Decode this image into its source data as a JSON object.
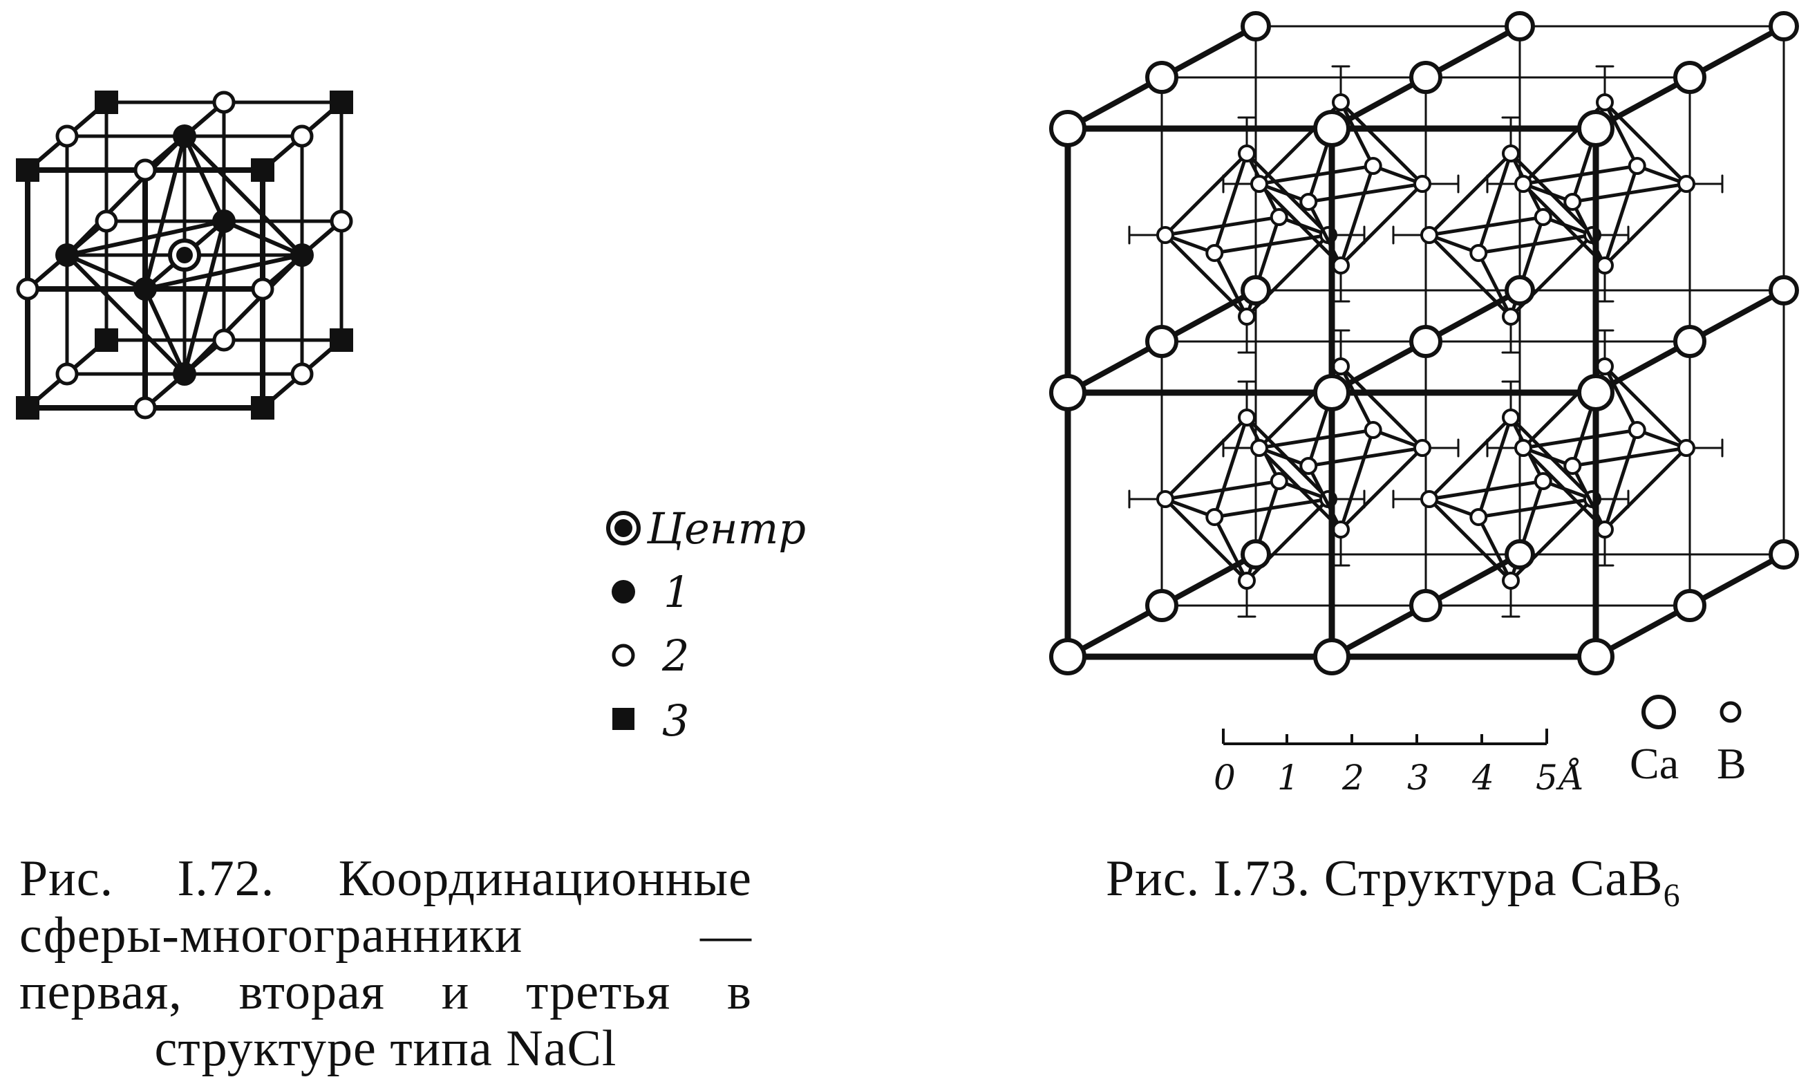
{
  "figure_72": {
    "legend": [
      {
        "symbol": "center",
        "label": "Центр"
      },
      {
        "symbol": "filled-circle",
        "label": "1"
      },
      {
        "symbol": "open-circle",
        "label": "2"
      },
      {
        "symbol": "filled-square",
        "label": "3"
      }
    ],
    "caption": "Рис. I.72. Координационные сферы-многогранники — первая, вторая и третья в структуре типа NaCl"
  },
  "figure_73": {
    "scale": {
      "ticks": [
        "0",
        "1",
        "2",
        "3",
        "4",
        "5"
      ],
      "unit": "Å"
    },
    "species": [
      {
        "symbol": "large-open-circle",
        "label": "Ca"
      },
      {
        "symbol": "small-open-circle",
        "label": "B"
      }
    ],
    "caption_main": "Рис. I.73. Структура CaB",
    "caption_sub": "6"
  }
}
